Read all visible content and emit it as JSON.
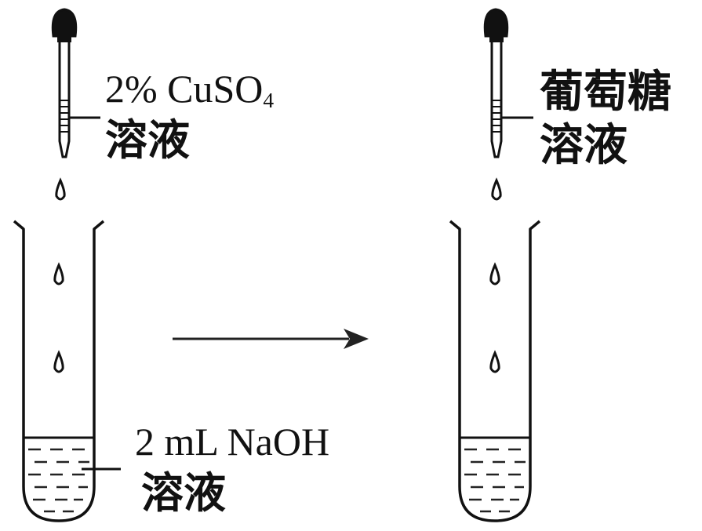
{
  "left": {
    "dropper_label": {
      "main": "2% CuSO",
      "subscript": "4",
      "line2": "溶液"
    },
    "tube_label": {
      "line1": "2 mL NaOH",
      "line2": "溶液"
    }
  },
  "right": {
    "dropper_label": {
      "line1": "葡萄糖",
      "line2": "溶液"
    }
  },
  "colors": {
    "ink": "#111111",
    "liquid_dash": "#222222",
    "background": "#ffffff"
  }
}
